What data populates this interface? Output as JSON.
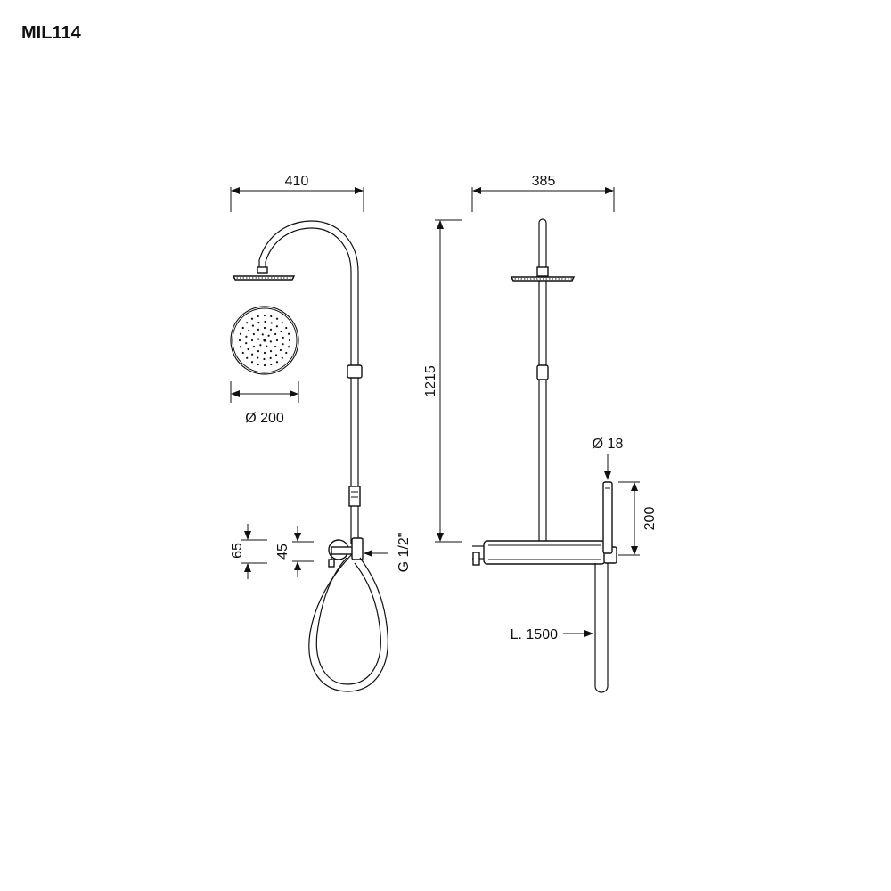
{
  "title": "MIL114",
  "dimensions": {
    "front_width": "410",
    "side_width": "385",
    "head_diameter": "Ø 200",
    "height": "1215",
    "hand_diameter": "Ø 18",
    "hand_length": "200",
    "hose_length": "L. 1500",
    "offset_65": "65",
    "offset_45": "45",
    "thread": "G 1/2\""
  },
  "colors": {
    "line": "#111111",
    "background": "#ffffff"
  }
}
